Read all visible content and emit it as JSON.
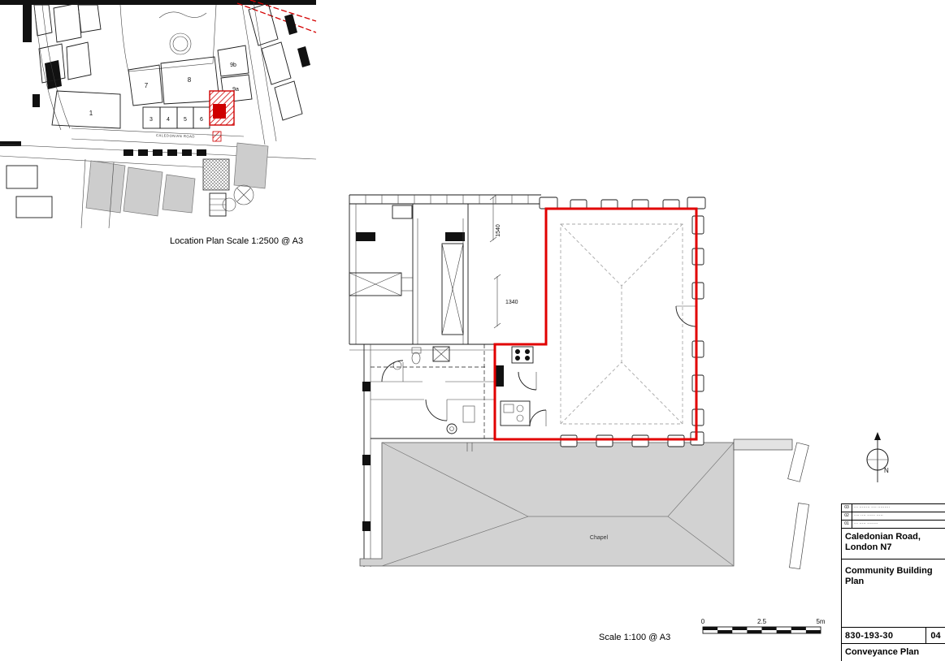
{
  "colors": {
    "site_red": "#e10000",
    "roof_gray": "#d2d2d2"
  },
  "location_plan": {
    "caption": "Location Plan Scale 1:2500 @ A3",
    "road_label": "CALEDONIAN ROAD",
    "plots": {
      "p1": "1",
      "p3": "3",
      "p4": "4",
      "p5": "5",
      "p6": "6",
      "p7": "7",
      "p8": "8",
      "p9a": "9a",
      "p9b": "9b"
    }
  },
  "floor_plan": {
    "dim_vertical": "1540",
    "dim_horizontal": "1340"
  },
  "chapel": {
    "label": "Chapel"
  },
  "north_arrow": {
    "label": "N"
  },
  "scale_bar": {
    "caption": "Scale 1:100 @ A3",
    "tick_start": "0",
    "tick_mid": "2.5",
    "tick_end": "5m"
  },
  "title_block": {
    "revisions": [
      {
        "num": "03",
        "note": "··· ········ ···· ·········"
      },
      {
        "num": "02",
        "note": "···· ···· ······ ·····"
      },
      {
        "num": "01",
        "note": "··· ····· ········"
      }
    ],
    "project_line1": "Caledonian Road,",
    "project_line2": "London N7",
    "title_line1": "Community Building",
    "title_line2": "Plan",
    "drawing_number": "830-193-30",
    "revision": "04",
    "sheet_name": "Conveyance Plan"
  }
}
